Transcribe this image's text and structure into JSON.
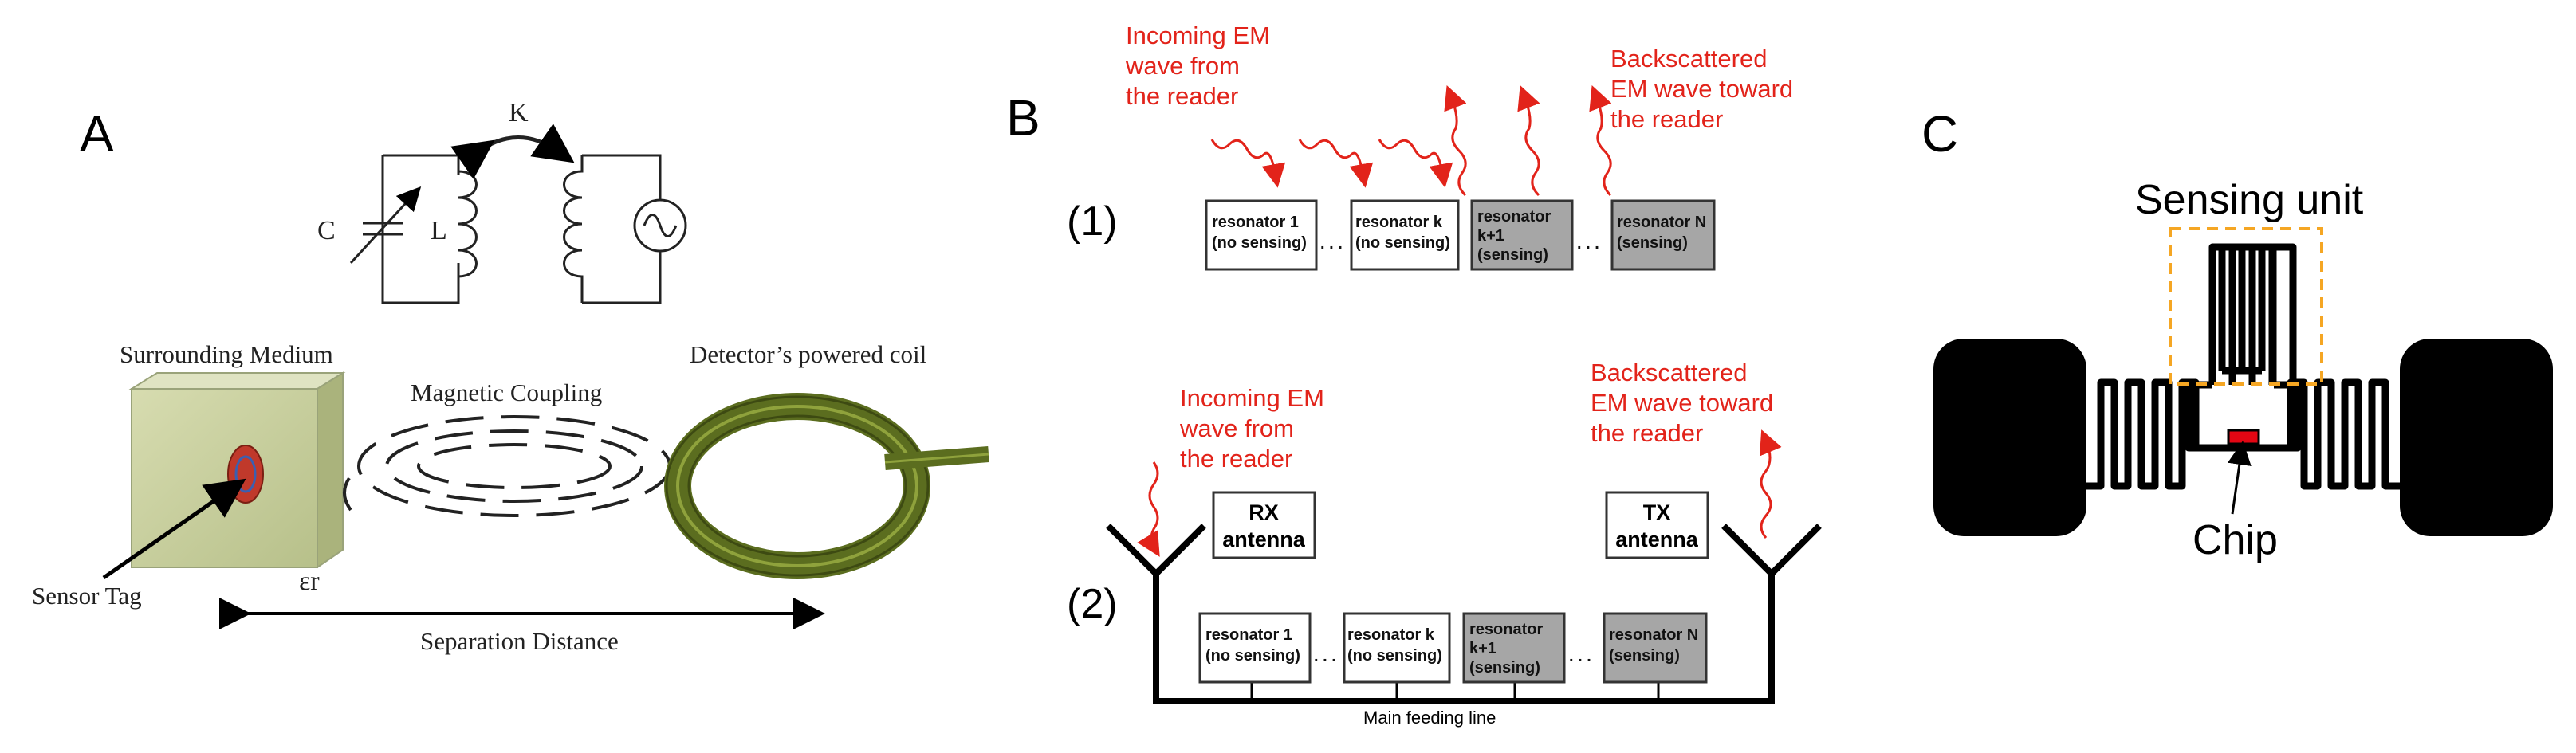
{
  "panel_a": {
    "letter": "A",
    "coupling_symbol": "K",
    "capacitor_label": "C",
    "inductor_label": "L",
    "medium_label": "Surrounding Medium",
    "coupling_label": "Magnetic Coupling",
    "detector_label": "Detector’s powered coil",
    "sensor_label": "Sensor Tag",
    "permittivity_label": "εr",
    "distance_label": "Separation Distance",
    "colors": {
      "medium": "#c9d19e",
      "coil": "#5b6d1f",
      "tag_red": "#c0392b"
    }
  },
  "panel_b": {
    "letter": "B",
    "row1": {
      "label": "(1)",
      "incoming": [
        "Incoming EM",
        "wave from",
        "the reader"
      ],
      "backscattered": [
        "Backscattered",
        "EM wave toward",
        "the reader"
      ],
      "resonators": [
        {
          "lines": [
            "resonator 1",
            "(no sensing)"
          ],
          "sensing": false
        },
        {
          "lines": [
            "resonator k",
            "(no sensing)"
          ],
          "sensing": false
        },
        {
          "lines": [
            "resonator",
            "k+1",
            "(sensing)"
          ],
          "sensing": true
        },
        {
          "lines": [
            "resonator N",
            "(sensing)"
          ],
          "sensing": true
        }
      ]
    },
    "row2": {
      "label": "(2)",
      "incoming": [
        "Incoming EM",
        "wave from",
        "the reader"
      ],
      "backscattered": [
        "Backscattered",
        "EM wave toward",
        "the reader"
      ],
      "rx": [
        "RX",
        "antenna"
      ],
      "tx": [
        "TX",
        "antenna"
      ],
      "feed_label": "Main feeding line",
      "resonators": [
        {
          "lines": [
            "resonator 1",
            "(no sensing)"
          ],
          "sensing": false
        },
        {
          "lines": [
            "resonator k",
            "(no sensing)"
          ],
          "sensing": false
        },
        {
          "lines": [
            "resonator",
            "k+1",
            "(sensing)"
          ],
          "sensing": true
        },
        {
          "lines": [
            "resonator N",
            "(sensing)"
          ],
          "sensing": true
        }
      ]
    },
    "colors": {
      "wave": "#e2231a",
      "sensing_fill": "#a6a6a6"
    }
  },
  "panel_c": {
    "letter": "C",
    "sensing_label": "Sensing unit",
    "chip_label": "Chip",
    "colors": {
      "outline": "#f5a623",
      "chip": "#e30613"
    }
  }
}
